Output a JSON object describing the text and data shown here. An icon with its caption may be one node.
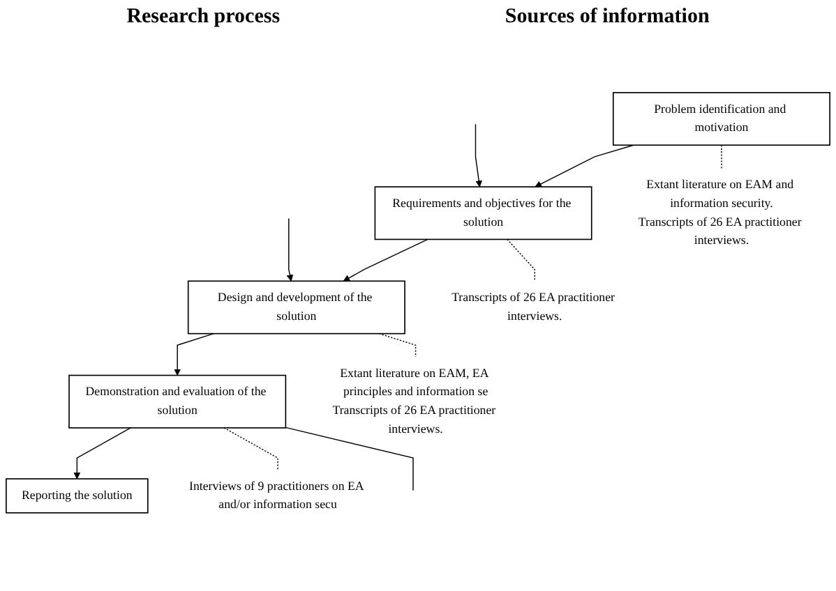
{
  "diagram": {
    "nodes": [
      {
        "text": [
          "Problem identification and motivation"
        ]
      },
      {
        "text": [
          "Requirements and objectives for the solution"
        ]
      },
      {
        "text": [
          "Design and development of the solution"
        ]
      },
      {
        "text": [
          "Demonstration and evaluation of the solution"
        ]
      },
      {
        "text": [
          "Reporting the solution"
        ]
      },
      {
        "text": [
          "Extant literature on EAM and information security.",
          "Transcripts of 26 EA practitioner interviews."
        ]
      },
      {
        "text": [
          "Transcripts of 26 EA practitioner interviews."
        ]
      },
      {
        "text": [
          "Extant literature on EAM, EA principles and information se",
          "Transcripts of 26 EA practitioner interviews."
        ]
      },
      {
        "text": [
          "Interviews of 9 practitioners on EA and/or information secu"
        ]
      }
    ],
    "edges": [
      {
        "from": 0,
        "to": 1,
        "arrow": "to"
      },
      {
        "from": 1,
        "to": 2,
        "arrow": "to"
      },
      {
        "from": 2,
        "to": 3,
        "arrow": "to"
      },
      {
        "from": 3,
        "to": 4,
        "arrow": "to"
      },
      {
        "from": 0,
        "to": 5,
        "arrow": "none",
        "style": "dashed"
      },
      {
        "from": 1,
        "to": 6,
        "arrow": "none",
        "style": "dashed"
      },
      {
        "from": 2,
        "to": 7,
        "arrow": "none",
        "style": "dashed"
      },
      {
        "from": 3,
        "to": 8,
        "arrow": "none",
        "style": "dashed"
      },
      {
        "from": null,
        "to": 1,
        "arrow": "to"
      },
      {
        "from": null,
        "to": 2,
        "arrow": "to"
      },
      {
        "from": 3,
        "to": null,
        "arrow": "none"
      }
    ],
    "labels": [
      "Research process",
      "Sources of information"
    ]
  }
}
